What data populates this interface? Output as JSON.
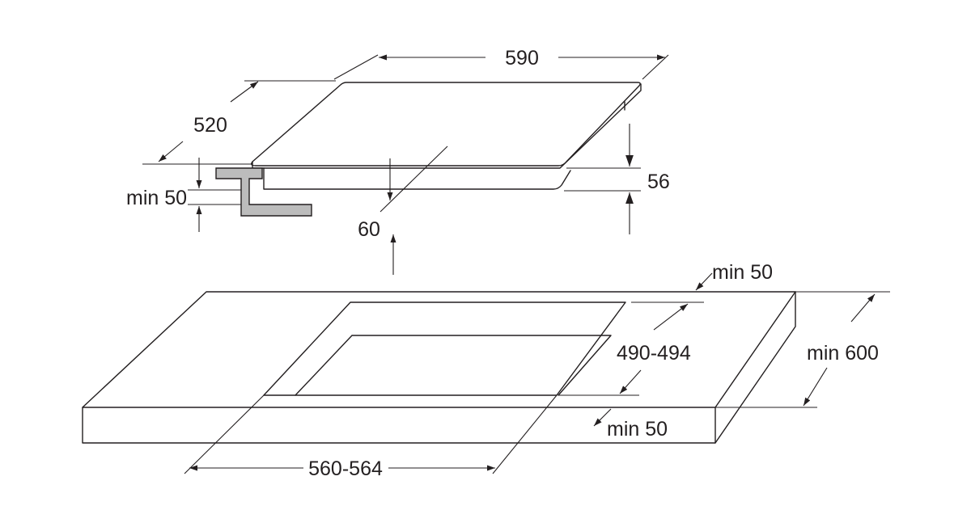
{
  "dimensions": {
    "hob_width": "590",
    "hob_depth": "520",
    "hob_height": "56",
    "bracket_clearance": "min 50",
    "below_clearance": "60",
    "back_clearance": "min 50",
    "cutout_depth": "490-494",
    "worktop_depth": "min 600",
    "front_clearance": "min 50",
    "cutout_width": "560-564"
  },
  "colors": {
    "line": "#231f20",
    "bracket_fill": "#bcbcbc",
    "background": "#ffffff"
  }
}
